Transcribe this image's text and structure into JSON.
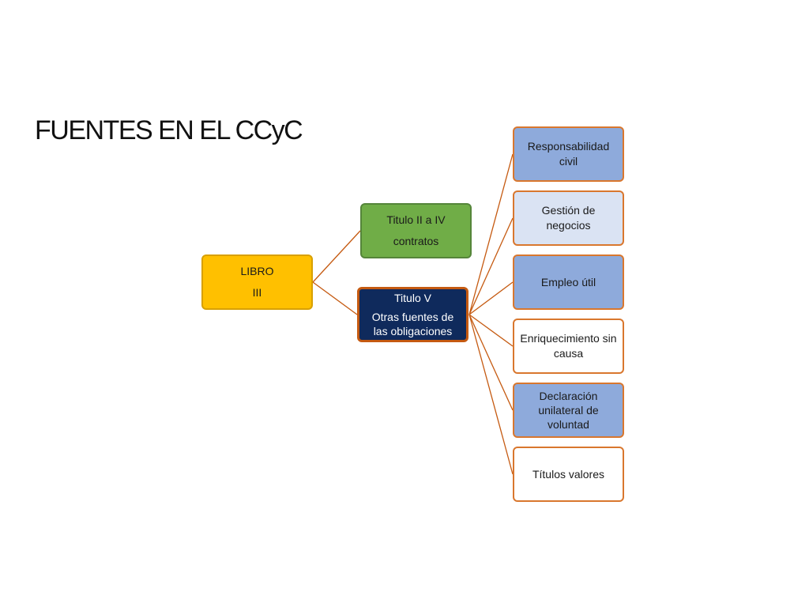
{
  "slide": {
    "title": "FUENTES EN EL CCyC"
  },
  "diagram": {
    "root": {
      "line1": "LIBRO",
      "line2": "III"
    },
    "branch_1": {
      "line1": "Titulo II a IV",
      "line2": "contratos"
    },
    "branch_2": {
      "line1": "Titulo V",
      "line2": "Otras fuentes de las obligaciones"
    },
    "leaves": [
      {
        "label": "Responsabilidad civil"
      },
      {
        "label": "Gestión de negocios"
      },
      {
        "label": "Empleo útil"
      },
      {
        "label": "Enriquecimiento sin causa"
      },
      {
        "label": "Declaración unilateral de voluntad"
      },
      {
        "label": "Títulos valores"
      }
    ]
  },
  "colors": {
    "root_fill": "#ffc000",
    "branch_1_fill": "#70ad47",
    "branch_2_fill": "#0f2a5c",
    "leaf_fill": "#8eaadb",
    "connector": "#c55a11"
  }
}
